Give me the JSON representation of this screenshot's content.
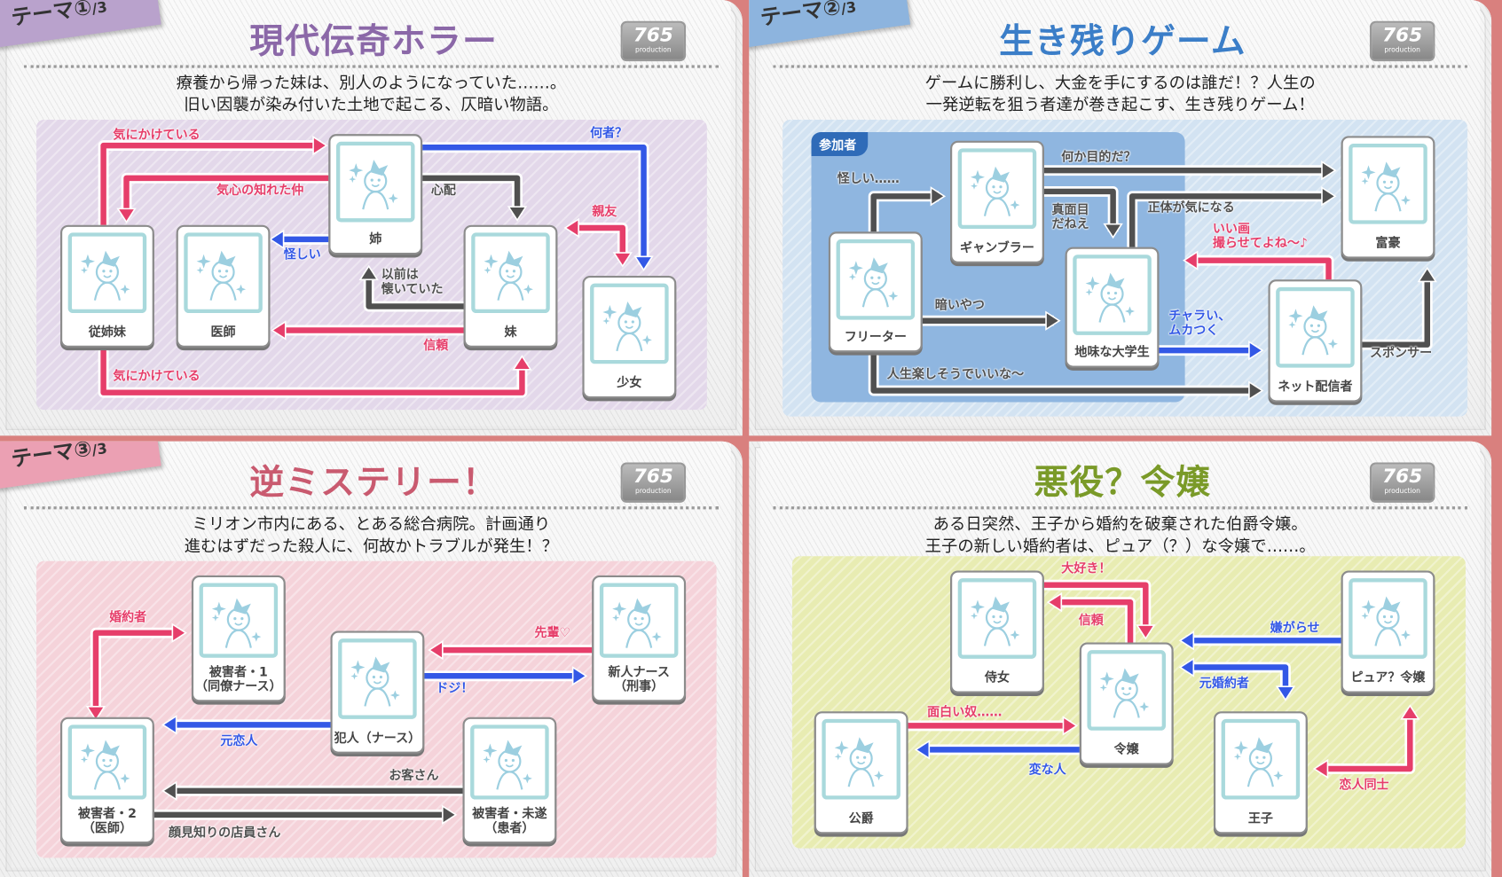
{
  "colors": {
    "pink": "#e63e6a",
    "blue": "#3358e6",
    "dark": "#505050"
  },
  "logo": {
    "main": "765",
    "sub": "production"
  },
  "panels": [
    {
      "tag": {
        "prefix": "テーマ①",
        "suffix": "/3",
        "color": "#b9a2cc"
      },
      "title": "現代伝奇ホラー",
      "title_color": "#8b68a8",
      "bg_color": "#e3d8ea",
      "description": [
        "療養から帰った妹は、別人のようになっていた……。",
        "旧い因襲が染み付いた土地で起こる、仄暗い物語。"
      ],
      "nodes": [
        "姉",
        "従姉妹",
        "医師",
        "妹",
        "少女"
      ],
      "relations": [
        {
          "label": "気にかけている",
          "color": "pink"
        },
        {
          "label": "気心の知れた仲",
          "color": "pink"
        },
        {
          "label": "心配",
          "color": "dark"
        },
        {
          "label": "何者？",
          "color": "blue"
        },
        {
          "label": "怪しい",
          "color": "blue"
        },
        {
          "label": "親友",
          "color": "pink"
        },
        {
          "label": "以前は\n懐いていた",
          "color": "dark"
        },
        {
          "label": "信頼",
          "color": "pink"
        },
        {
          "label": "気にかけている",
          "color": "pink"
        }
      ]
    },
    {
      "tag": {
        "prefix": "テーマ②",
        "suffix": "/3",
        "color": "#8db4de"
      },
      "title": "生き残りゲーム",
      "title_color": "#3b7ec8",
      "bg_color": "#d3e3f2",
      "description": [
        "ゲームに勝利し、大金を手にするのは誰だ！？人生の",
        "一発逆転を狙う者達が巻き起こす、生き残りゲーム！"
      ],
      "group_label": "参加者",
      "nodes": [
        "ギャンブラー",
        "フリーター",
        "地味な大学生",
        "富豪",
        "ネット配信者"
      ],
      "relations": [
        {
          "label": "怪しい……",
          "color": "dark"
        },
        {
          "label": "何か目的だ？",
          "color": "dark"
        },
        {
          "label": "真面目\nだねえ",
          "color": "dark"
        },
        {
          "label": "正体が気になる",
          "color": "dark"
        },
        {
          "label": "いい画\n撮らせてよね～♪",
          "color": "pink"
        },
        {
          "label": "暗いやつ",
          "color": "dark"
        },
        {
          "label": "チャラい、\nムカつく",
          "color": "blue"
        },
        {
          "label": "人生楽しそうでいいな～",
          "color": "dark"
        },
        {
          "label": "スポンサー",
          "color": "dark"
        }
      ]
    },
    {
      "tag": {
        "prefix": "テーマ③",
        "suffix": "/3",
        "color": "#eba0b3"
      },
      "title": "逆ミステリー！",
      "title_color": "#c95a6f",
      "bg_color": "#f5d3da",
      "description": [
        "ミリオン市内にある、とある総合病院。計画通り",
        "進むはずだった殺人に、何故かトラブルが発生！？"
      ],
      "nodes": [
        "被害者・1\n（同僚ナース）",
        "犯人（ナース）",
        "新人ナース\n（刑事）",
        "被害者・2\n（医師）",
        "被害者・未遂\n（患者）"
      ],
      "relations": [
        {
          "label": "婚約者",
          "color": "pink"
        },
        {
          "label": "先輩♡",
          "color": "pink"
        },
        {
          "label": "ドジ！",
          "color": "blue"
        },
        {
          "label": "元恋人",
          "color": "blue"
        },
        {
          "label": "お客さん",
          "color": "dark"
        },
        {
          "label": "顔見知りの店員さん",
          "color": "dark"
        }
      ]
    },
    {
      "title": "悪役？令嬢",
      "title_color": "#7a9a28",
      "bg_color": "#e8ecb2",
      "description": [
        "ある日突然、王子から婚約を破棄された伯爵令嬢。",
        "王子の新しい婚約者は、ピュア（？）な令嬢で……。"
      ],
      "nodes": [
        "侍女",
        "令嬢",
        "ピュア？令嬢",
        "公爵",
        "王子"
      ],
      "relations": [
        {
          "label": "大好き！",
          "color": "pink"
        },
        {
          "label": "信頼",
          "color": "pink"
        },
        {
          "label": "嫌がらせ",
          "color": "blue"
        },
        {
          "label": "元婚約者",
          "color": "blue"
        },
        {
          "label": "面白い奴……",
          "color": "pink"
        },
        {
          "label": "変な人",
          "color": "blue"
        },
        {
          "label": "恋人同士",
          "color": "pink"
        }
      ]
    }
  ]
}
